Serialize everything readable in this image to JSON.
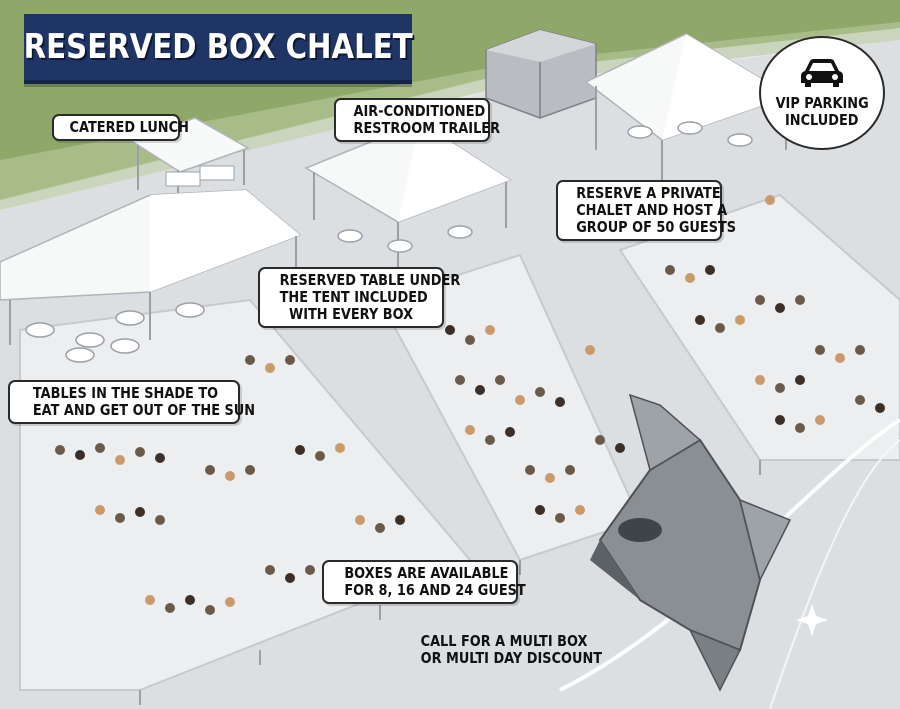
{
  "title": "RESERVED BOX CHALET",
  "callouts": {
    "catered_lunch": [
      "CATERED LUNCH"
    ],
    "restroom": [
      "AIR-CONDITIONED",
      "RESTROOM TRAILER"
    ],
    "vip": [
      "VIP PARKING",
      "INCLUDED"
    ],
    "private_chalet": [
      "RESERVE A PRIVATE",
      "CHALET AND HOST A",
      "GROUP OF 50 GUESTS"
    ],
    "reserved_table": [
      "RESERVED TABLE UNDER",
      "THE TENT INCLUDED",
      "WITH EVERY BOX"
    ],
    "shade_tables": [
      "TABLES IN THE SHADE TO",
      "EAT AND GET OUT OF THE SUN"
    ],
    "box_sizes": [
      "BOXES ARE AVAILABLE",
      "FOR 8, 16 AND 24 GUEST"
    ],
    "discount": [
      "CALL FOR A MULTI BOX",
      "OR MULTI DAY DISCOUNT"
    ]
  },
  "icons": [
    "car-icon",
    "jet-illustration"
  ],
  "colors": {
    "banner": "#1f3566",
    "grass": "#8fa86a",
    "pavement": "#dfe1e3",
    "tent": "#f7f8f8"
  }
}
